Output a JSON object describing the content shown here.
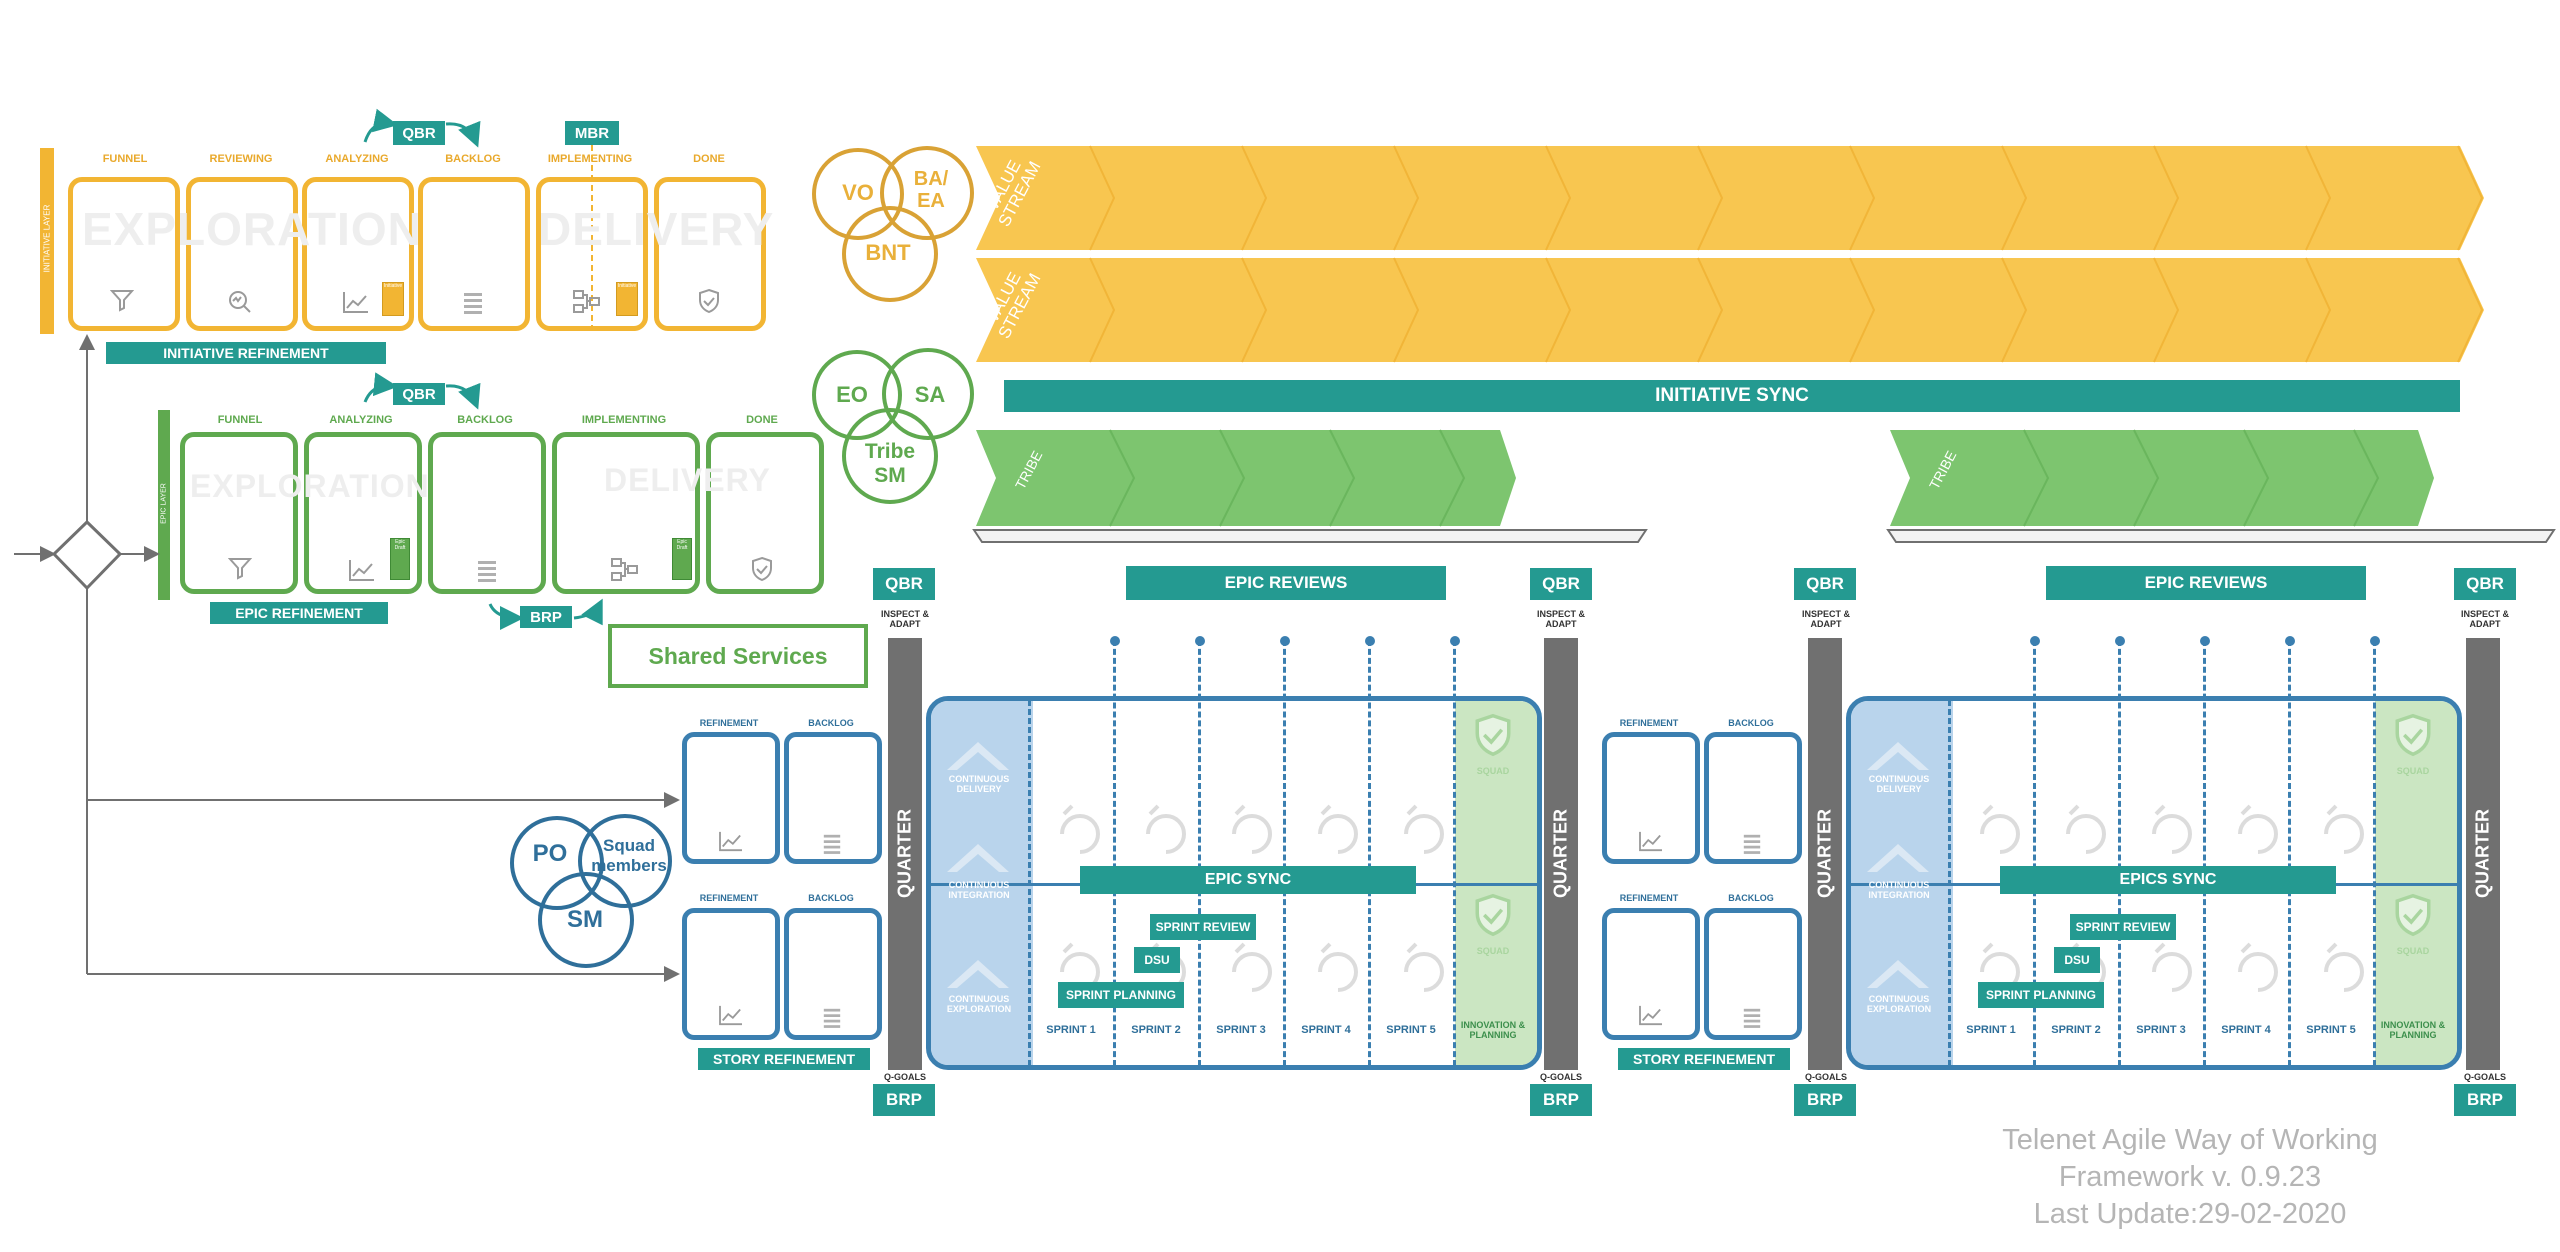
{
  "initiative_lane": {
    "side_label": "INITIATIVE LAYER",
    "columns": [
      "FUNNEL",
      "REVIEWING",
      "ANALYZING",
      "BACKLOG",
      "IMPLEMENTING",
      "DONE"
    ],
    "ghost_left": "EXPLORATION",
    "ghost_right": "DELIVERY",
    "qbr": "QBR",
    "mbr": "MBR",
    "refinement": "INITIATIVE REFINEMENT",
    "card_text": "Initiative"
  },
  "epic_lane": {
    "side_label": "EPIC LAYER",
    "columns": [
      "FUNNEL",
      "ANALYZING",
      "BACKLOG",
      "IMPLEMENTING",
      "DONE"
    ],
    "ghost_left": "EXPLORATION",
    "ghost_right": "DELIVERY",
    "qbr": "QBR",
    "brp": "BRP",
    "refinement": "EPIC REFINEMENT",
    "card_text": "Epic Draft"
  },
  "shared_services": "Shared Services",
  "venn_top": {
    "a": "VO",
    "b": "BA/ EA",
    "c": "BNT"
  },
  "venn_mid": {
    "a": "EO",
    "b": "SA",
    "c": "Tribe SM"
  },
  "venn_squad": {
    "a": "PO",
    "b": "Squad members",
    "c": "SM"
  },
  "value_stream_label": "VALUE STREAM",
  "initiative_sync": "INITIATIVE SYNC",
  "tribe_label": "TRIBE",
  "quarters": [
    {
      "qbr": "QBR",
      "qbr_end": "QBR",
      "brp": "BRP",
      "brp_end": "BRP",
      "inspect": "INSPECT & ADAPT",
      "inspect_end": "INSPECT & ADAPT",
      "q_goals": "Q-GOALS",
      "q_goals_end": "Q-GOALS",
      "quarter": "QUARTER",
      "quarter_end": "QUARTER",
      "epic_reviews": "EPIC REVIEWS",
      "epic_sync": "EPIC SYNC",
      "refinement": "REFINEMENT",
      "backlog": "BACKLOG",
      "story_refinement": "STORY REFINEMENT",
      "left_items": [
        "CONTINUOUS DELIVERY",
        "CONTINUOUS INTEGRATION",
        "CONTINUOUS EXPLORATION"
      ],
      "squad": "SQUAD",
      "innovation": "INNOVATION & PLANNING",
      "sprint_review": "SPRINT REVIEW",
      "dsu": "DSU",
      "sprint_planning": "SPRINT PLANNING",
      "sprints": [
        "SPRINT 1",
        "SPRINT 2",
        "SPRINT 3",
        "SPRINT 4",
        "SPRINT 5"
      ]
    },
    {
      "qbr": "QBR",
      "qbr_end": "QBR",
      "brp": "BRP",
      "brp_end": "BRP",
      "inspect": "INSPECT & ADAPT",
      "inspect_end": "INSPECT & ADAPT",
      "q_goals": "Q-GOALS",
      "q_goals_end": "Q-GOALS",
      "quarter": "QUARTER",
      "quarter_end": "QUARTER",
      "epic_reviews": "EPIC REVIEWS",
      "epic_sync": "EPICS SYNC",
      "refinement": "REFINEMENT",
      "backlog": "BACKLOG",
      "story_refinement": "STORY REFINEMENT",
      "left_items": [
        "CONTINUOUS DELIVERY",
        "CONTINUOUS INTEGRATION",
        "CONTINUOUS EXPLORATION"
      ],
      "squad": "SQUAD",
      "innovation": "INNOVATION & PLANNING",
      "sprint_review": "SPRINT REVIEW",
      "dsu": "DSU",
      "sprint_planning": "SPRINT PLANNING",
      "sprints": [
        "SPRINT 1",
        "SPRINT 2",
        "SPRINT 3",
        "SPRINT 4",
        "SPRINT 5"
      ]
    }
  ],
  "footer": {
    "line1": "Telenet Agile Way of Working",
    "line2": "Framework v. 0.9.23",
    "line3": "Last Update:29-02-2020"
  },
  "colors": {
    "orange": "#f2b533",
    "orange_fill": "#f8c650",
    "green": "#5fa94f",
    "green_fill": "#7dc56f",
    "teal": "#249a91",
    "blue": "#3b7fb0",
    "gray": "#707070"
  }
}
